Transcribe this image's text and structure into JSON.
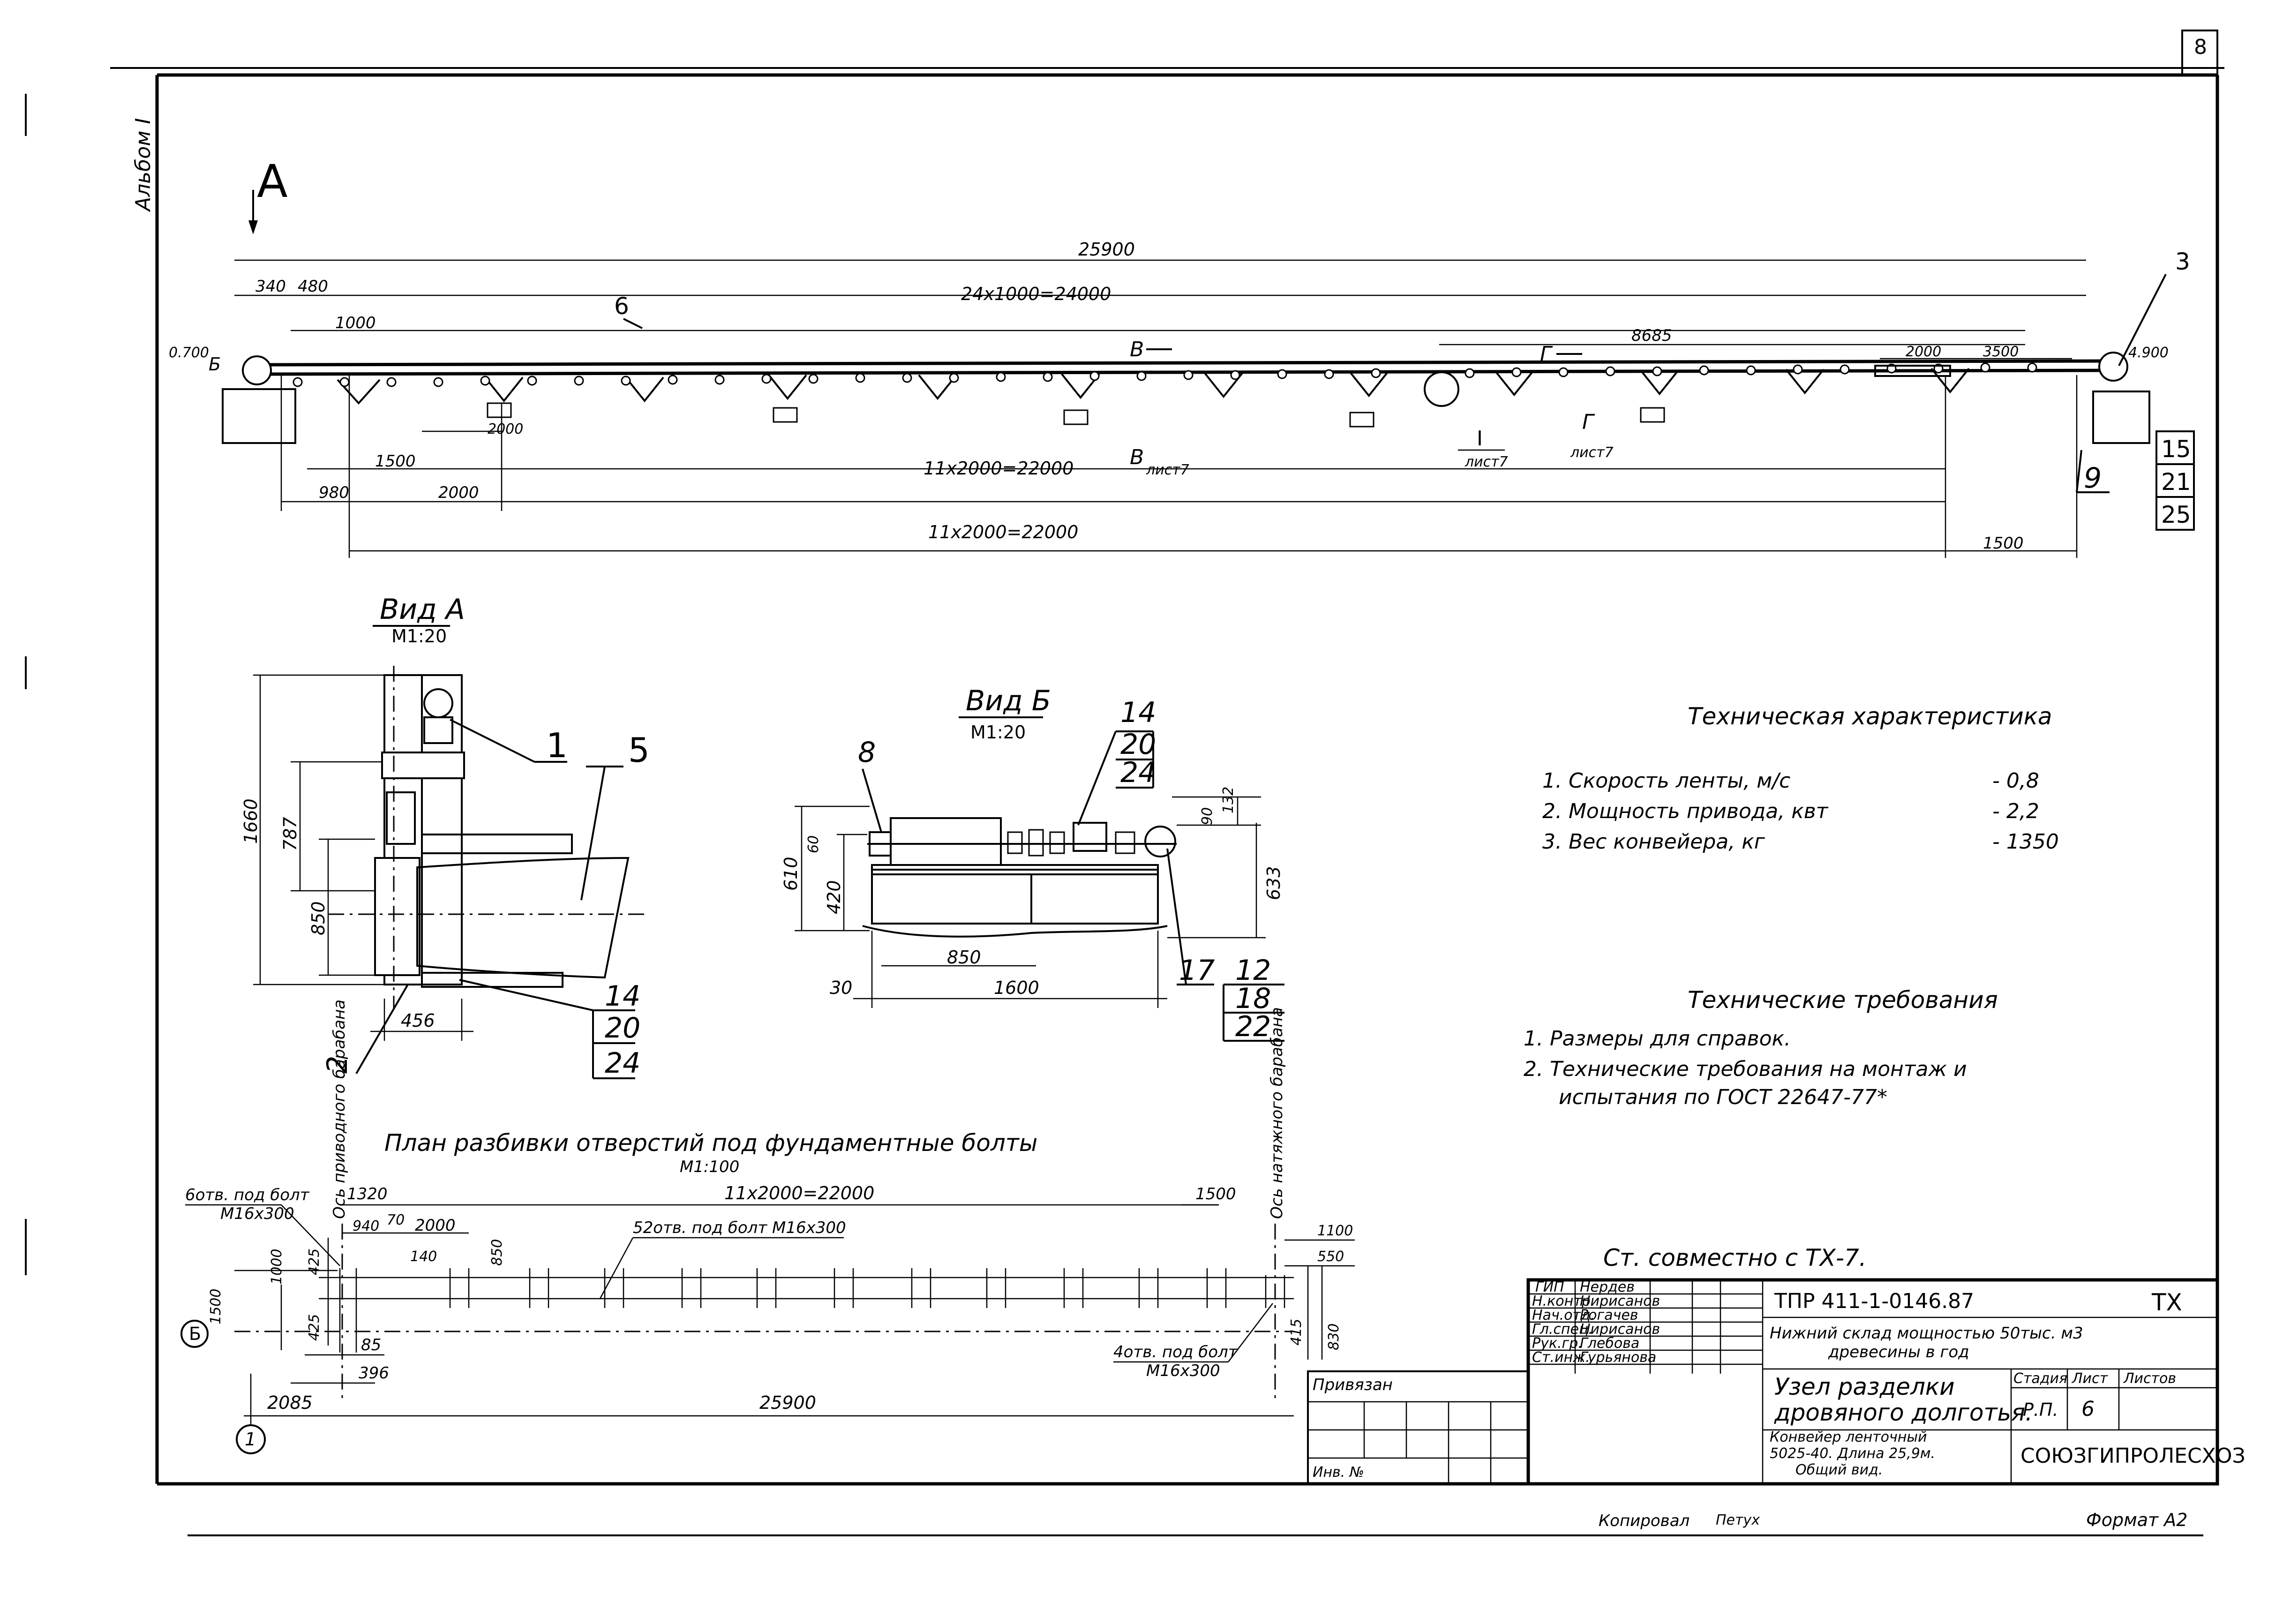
{
  "sheet": {
    "page_number": "8",
    "album": "Альбом I",
    "copied_by": "Копировал",
    "copier_signature": "Петух",
    "format": "Формат А2"
  },
  "side_view": {
    "section_letter": "А",
    "dims_top": {
      "overall": "25900",
      "d340": "340",
      "d480": "480",
      "d24x1000": "24x1000=24000",
      "d1000": "1000",
      "d8685": "8685",
      "d2000_tail": "2000",
      "d3500": "3500"
    },
    "dims_bottom": {
      "d2000a": "2000",
      "d1500a": "1500",
      "d11x2000_a": "11x2000=22000",
      "d980": "980",
      "d2000b": "2000",
      "d11x2000_b": "11x2000=22000",
      "d1500b": "1500"
    },
    "elevation_left": "0.700",
    "elevation_right": "4.900",
    "letter_left": "Б",
    "section_V": "В",
    "section_V_sheet": "лист7",
    "section_G": "Г",
    "section_G_sheet": "лист7",
    "node_I": "I",
    "node_I_sheet": "лист7",
    "callouts": {
      "c3": "3",
      "c6": "6",
      "c9": "9",
      "stack": [
        "15",
        "21",
        "25"
      ]
    }
  },
  "view_a": {
    "title": "Вид А",
    "scale": "М1:20",
    "dims": {
      "h1660": "1660",
      "h787": "787",
      "h850": "850",
      "w456": "456"
    },
    "callouts": {
      "c1": "1",
      "c5": "5",
      "c2": "2",
      "stack": [
        "14",
        "20",
        "24"
      ]
    }
  },
  "view_b": {
    "title": "Вид Б",
    "scale": "М1:20",
    "dims": {
      "h610": "610",
      "h60": "60",
      "h420": "420",
      "h90": "90",
      "h132": "132",
      "h633": "633",
      "w850": "850",
      "w30": "30",
      "w1600": "1600"
    },
    "callouts": {
      "c8": "8",
      "c17": "17",
      "top_stack": [
        "14",
        "20",
        "24"
      ],
      "bottom_stack": [
        "12",
        "18",
        "22"
      ]
    }
  },
  "tech_characteristics": {
    "title": "Техническая характеристика",
    "items": [
      {
        "label": "1. Скорость ленты, м/с",
        "value": "- 0,8"
      },
      {
        "label": "2. Мощность привода, квт",
        "value": "- 2,2"
      },
      {
        "label": "3. Вес конвейера, кг",
        "value": "- 1350"
      }
    ]
  },
  "tech_requirements": {
    "title": "Технические требования",
    "items": [
      "1. Размеры для справок.",
      "2. Технические требования на монтаж и",
      "испытания по ГОСТ 22647-77*"
    ]
  },
  "foundation_plan": {
    "title": "План разбивки отверстий под фундаментные болты",
    "scale": "М1:100",
    "axis_drive": "Ось приводного барабана",
    "axis_tension": "Ось натяжного барабана",
    "note_6holes": [
      "6отв. под болт",
      "М16х300"
    ],
    "note_52holes": "52отв. под болт М16х300",
    "note_4holes": [
      "4отв. под болт",
      "М16х300"
    ],
    "dims": {
      "d1320": "1320",
      "d11x2000": "11x2000=22000",
      "d1500": "1500",
      "d940": "940",
      "d70": "70",
      "d2000": "2000",
      "d140": "140",
      "d850": "850",
      "d1000": "1000",
      "d425a": "425",
      "d425b": "425",
      "d1500v": "1500",
      "d85": "85",
      "d396": "396",
      "d2085": "2085",
      "d25900": "25900",
      "d1100": "1100",
      "d550": "550",
      "d415": "415",
      "d830": "830"
    },
    "axis_b": "Б",
    "axis_1": "1"
  },
  "title_block": {
    "compatibility": "Ст. совместно с ТХ-7.",
    "code": "ТПР 411-1-0146.87",
    "mark": "ТХ",
    "staff": [
      {
        "role": "ГИП",
        "name": "Нердев"
      },
      {
        "role": "Н.контр.",
        "name": "Нирисанов"
      },
      {
        "role": "Нач.отд.",
        "name": "Рогачев"
      },
      {
        "role": "Гл.спец.",
        "name": "Нирисанов"
      },
      {
        "role": "Рук.гр.",
        "name": "Глебова"
      },
      {
        "role": "Ст.инж.",
        "name": "Гурьянова"
      }
    ],
    "object_name": [
      "Нижний склад мощностью 50тыс. м3",
      "древесины в год"
    ],
    "node_name": [
      "Узел разделки",
      "дровяного долготья."
    ],
    "drawing_name": [
      "Конвейер ленточный",
      "5025-40. Длина 25,9м.",
      "Общий вид."
    ],
    "stage_header": "Стадия",
    "sheet_header": "Лист",
    "sheets_header": "Листов",
    "stage": "Р.П.",
    "sheet_no": "6",
    "organization": "СОЮЗГИПРОЛЕСХОЗ",
    "privyazan": "Привязан",
    "inv": "Инв. №"
  }
}
